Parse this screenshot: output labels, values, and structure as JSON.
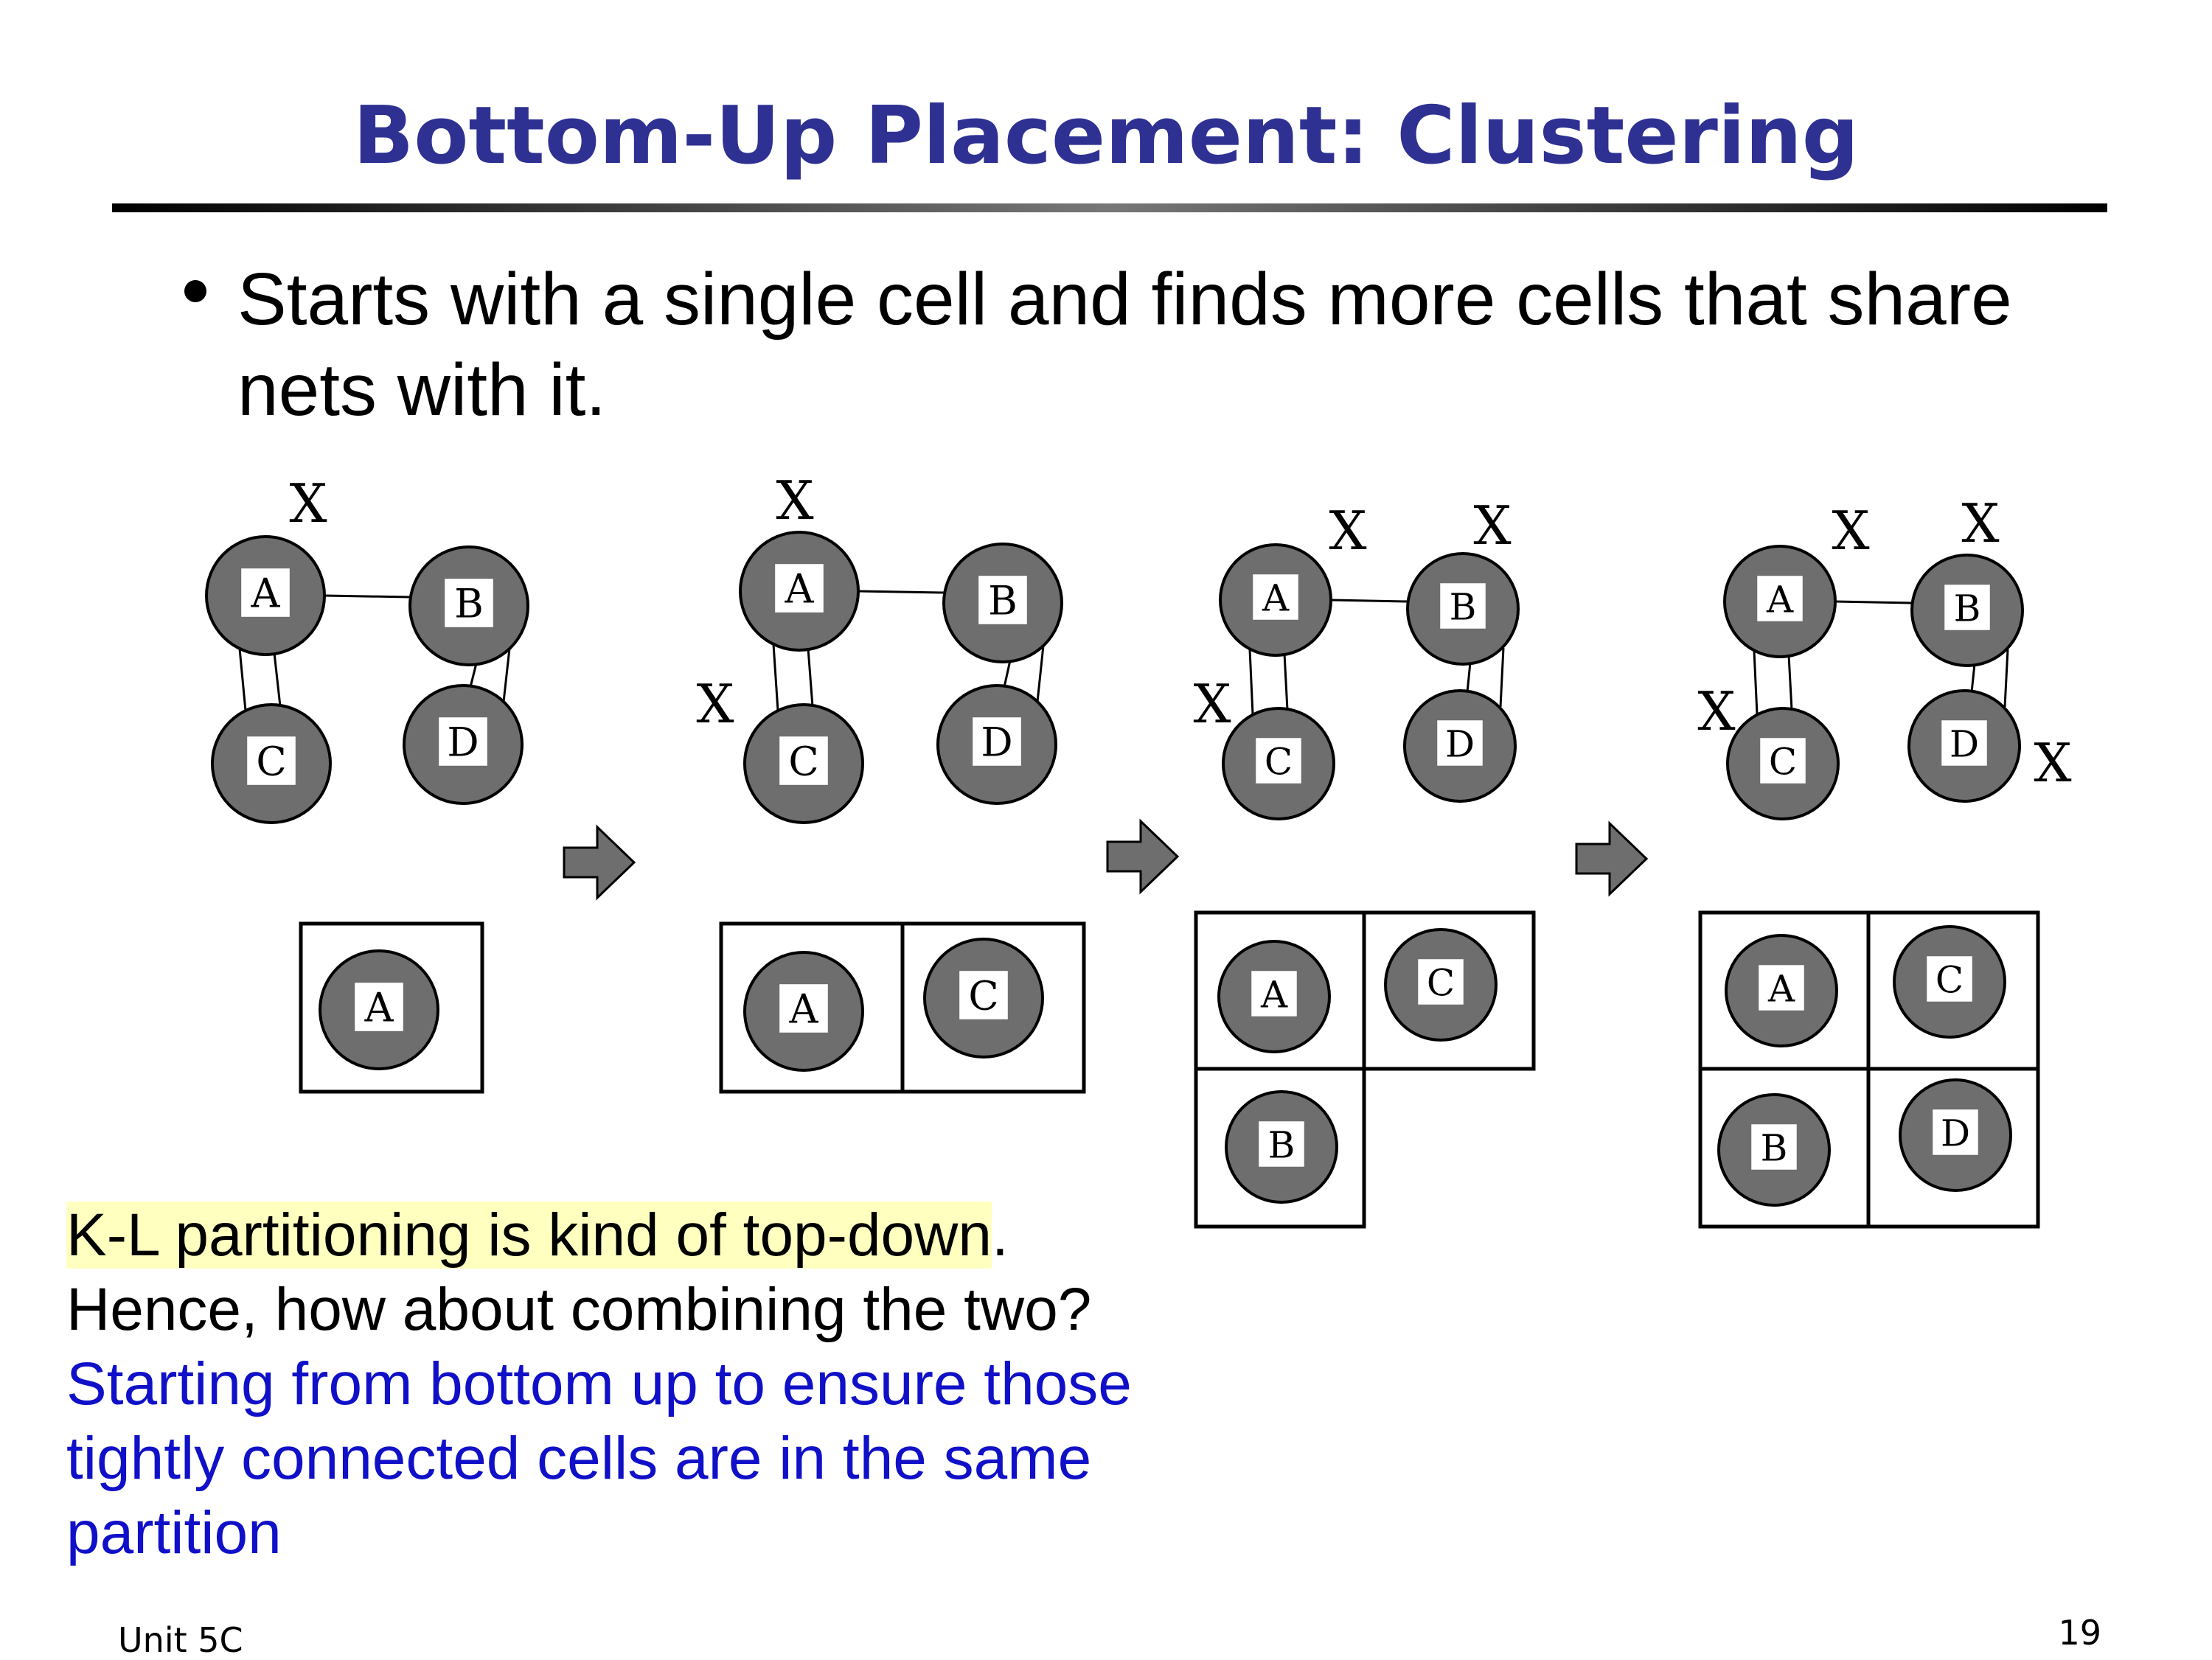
{
  "slide": {
    "title": "Bottom-Up Placement: Clustering",
    "bullet": "Starts with a single cell and finds more cells that share nets with it.",
    "note": {
      "highlight": "K-L partitioning is kind of top-down",
      "period": ".",
      "line2": "Hence, how about combining the two?",
      "blue": "Starting from bottom up to ensure those tightly connected cells are in the same partition"
    },
    "footer_left": "Unit 5C",
    "page_number": "19"
  },
  "diagram": {
    "cells": [
      "A",
      "B",
      "C",
      "D"
    ],
    "cross_mark": "X",
    "stages": [
      {
        "graph_crossed_cells": [
          "A"
        ],
        "placed_cells": [
          "A"
        ]
      },
      {
        "graph_crossed_cells": [
          "A",
          "C"
        ],
        "placed_cells": [
          "A",
          "C"
        ]
      },
      {
        "graph_crossed_cells": [
          "A",
          "B",
          "C"
        ],
        "placed_cells": [
          "A",
          "C",
          "B"
        ]
      },
      {
        "graph_crossed_cells": [
          "A",
          "B",
          "C",
          "D"
        ],
        "placed_cells": [
          "A",
          "C",
          "B",
          "D"
        ]
      }
    ]
  },
  "colors": {
    "title": "#2E3192",
    "node_fill": "#6E6E6E",
    "highlight": "#FFFFC0",
    "blue_text": "#1010C8"
  }
}
